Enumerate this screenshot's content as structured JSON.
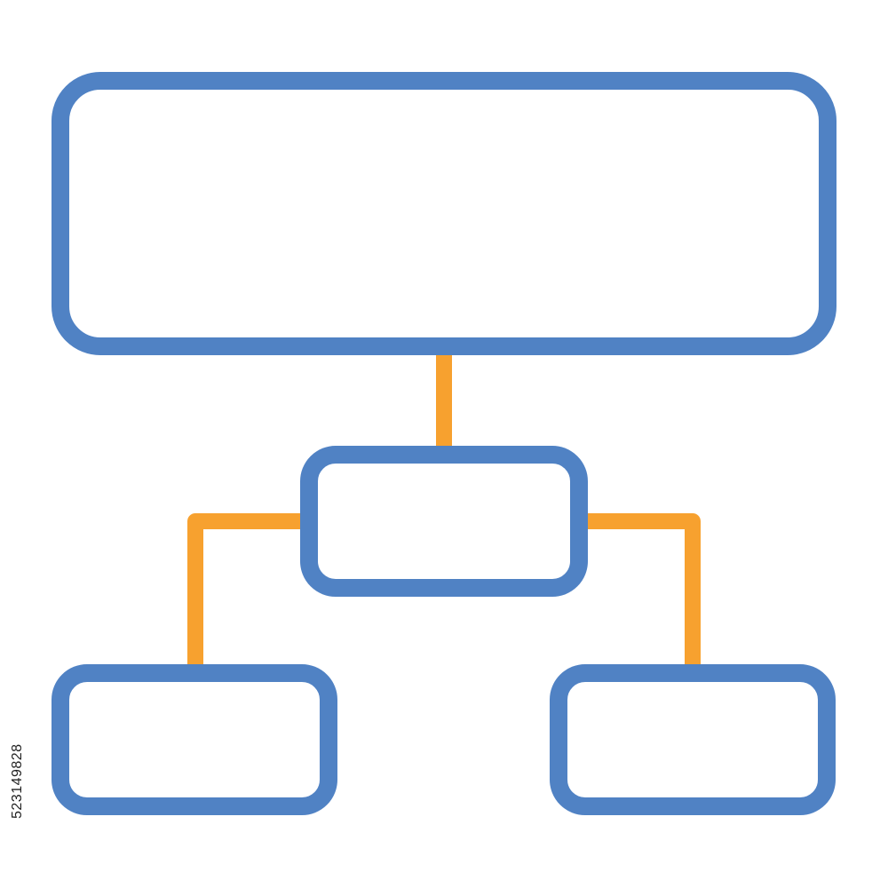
{
  "diagram": {
    "type": "hierarchy",
    "nodes": [
      {
        "id": "root",
        "label": ""
      },
      {
        "id": "middle",
        "label": ""
      },
      {
        "id": "left-leaf",
        "label": ""
      },
      {
        "id": "right-leaf",
        "label": ""
      }
    ],
    "edges": [
      {
        "from": "root",
        "to": "middle"
      },
      {
        "from": "middle",
        "to": "left-leaf"
      },
      {
        "from": "middle",
        "to": "right-leaf"
      }
    ]
  },
  "colors": {
    "box_stroke": "#5082c4",
    "connector_stroke": "#f7a12f",
    "background": "#ffffff"
  },
  "watermark": {
    "stock_id": "523149828"
  }
}
